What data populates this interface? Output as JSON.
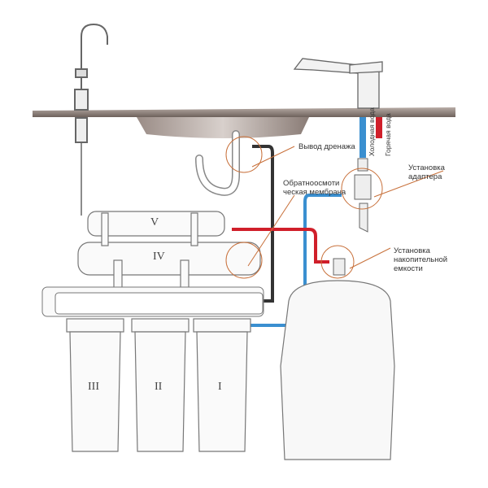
{
  "labels": {
    "drain": "Вывод дренажа",
    "membrane_1": "Обратноосмоти",
    "membrane_2": "ческая мембрана",
    "adapter_1": "Установка",
    "adapter_2": "адаптера",
    "tank_1": "Установка",
    "tank_2": "накопительной",
    "tank_3": "емкости",
    "cold": "Холодная вода",
    "hot": "Горячая вода"
  },
  "stages": [
    "I",
    "II",
    "III",
    "IV",
    "V"
  ],
  "colors": {
    "cold": "#3a8fd0",
    "hot": "#d01f2a",
    "drain": "#333333",
    "callout": "#c8703a"
  }
}
